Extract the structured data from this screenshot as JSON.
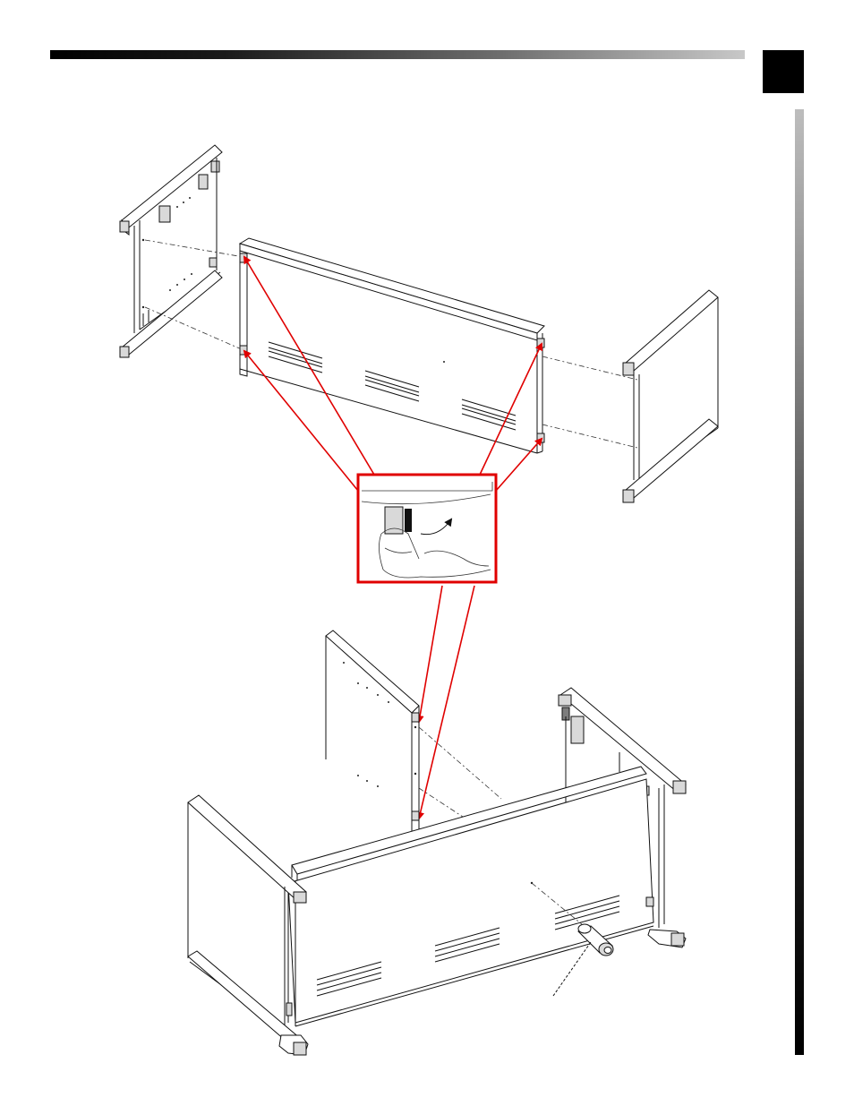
{
  "page": {
    "header_text": "",
    "tab_text": ""
  },
  "colors": {
    "callout": "#e00000",
    "line": "#111111",
    "header_dark": "#000000",
    "header_light": "#c8c8c8"
  },
  "figures": [
    {
      "name": "exploded-assembly-view",
      "text": ""
    },
    {
      "name": "clip-detail-callout",
      "text": ""
    },
    {
      "name": "assembled-frame-view",
      "text": ""
    }
  ],
  "icons": [
    "curved-arrow-icon",
    "hand-icon"
  ]
}
